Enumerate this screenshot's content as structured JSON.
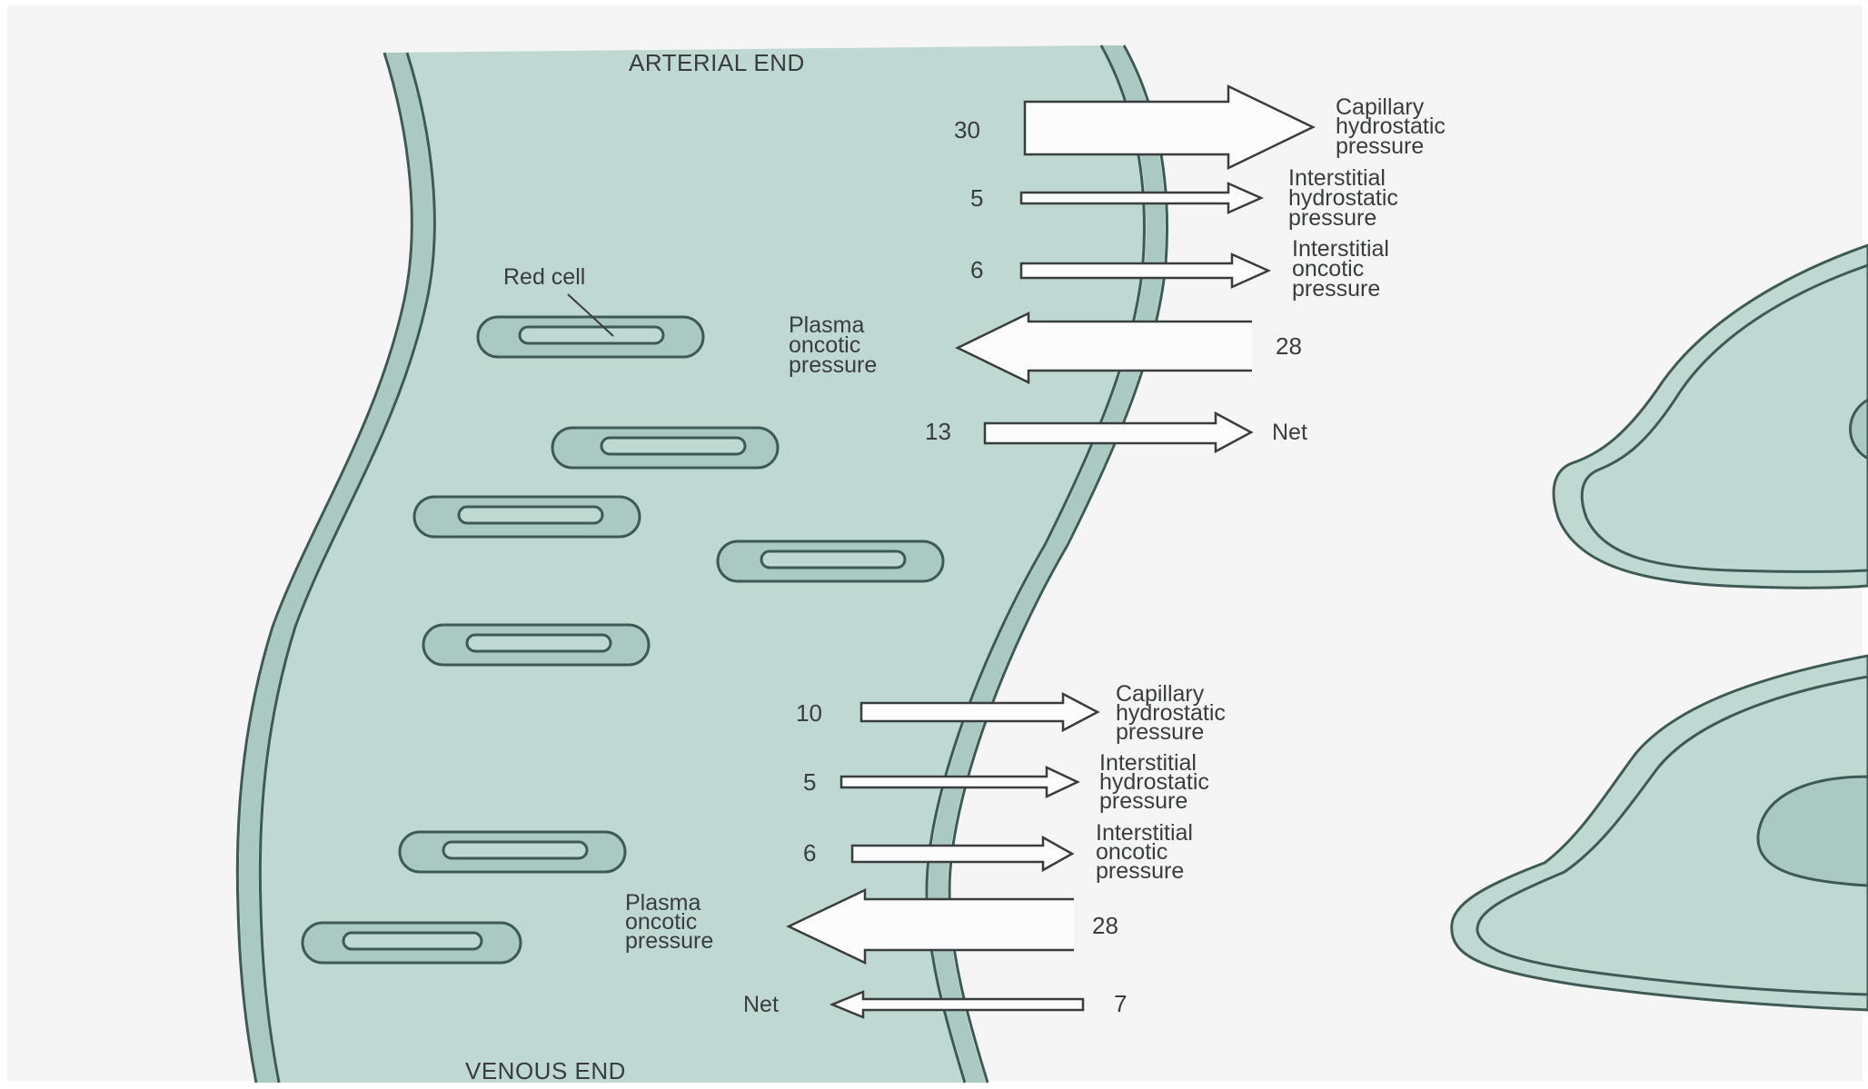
{
  "colors": {
    "paper": "#f4f5f4",
    "vessel_fill": "#bfd8d2",
    "vessel_stroke": "#3e5a55",
    "arrow_fill": "#fbfcfb",
    "arrow_stroke": "#3a3d3d",
    "text": "#3a3d3d"
  },
  "labels": {
    "arterial_end": "ARTERIAL END",
    "venous_end": "VENOUS END",
    "red_cell": "Red cell"
  },
  "arterial": {
    "capillary_hydrostatic": {
      "value": "30",
      "label": [
        "Capillary",
        "hydrostatic",
        "pressure"
      ]
    },
    "interstitial_hydrostatic": {
      "value": "5",
      "label": [
        "Interstitial",
        "hydrostatic",
        "pressure"
      ]
    },
    "interstitial_oncotic": {
      "value": "6",
      "label": [
        "Interstitial",
        "oncotic",
        "pressure"
      ]
    },
    "plasma_oncotic": {
      "value": "28",
      "label": [
        "Plasma",
        "oncotic",
        "pressure"
      ]
    },
    "net": {
      "value": "13",
      "label": "Net"
    }
  },
  "venous": {
    "capillary_hydrostatic": {
      "value": "10",
      "label": [
        "Capillary",
        "hydrostatic",
        "pressure"
      ]
    },
    "interstitial_hydrostatic": {
      "value": "5",
      "label": [
        "Interstitial",
        "hydrostatic",
        "pressure"
      ]
    },
    "interstitial_oncotic": {
      "value": "6",
      "label": [
        "Interstitial",
        "oncotic",
        "pressure"
      ]
    },
    "plasma_oncotic": {
      "value": "28",
      "label": [
        "Plasma",
        "oncotic",
        "pressure"
      ]
    },
    "net": {
      "value": "7",
      "label": "Net"
    }
  }
}
